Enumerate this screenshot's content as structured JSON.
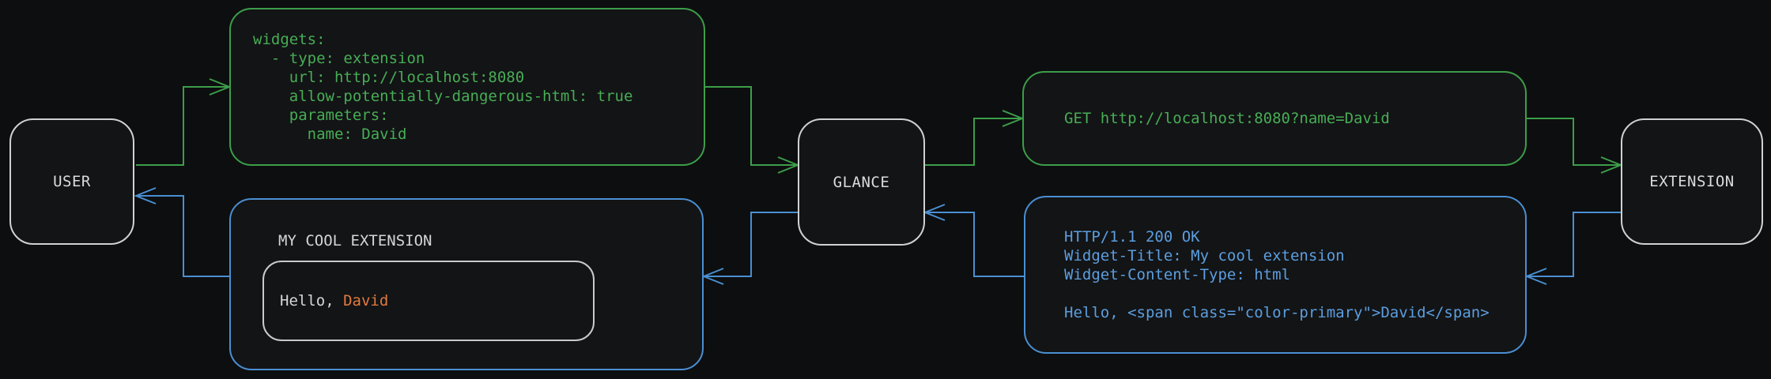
{
  "colors": {
    "background": "#0d0e0f",
    "node_fill": "#131416",
    "node_border": "#d0d1d2",
    "node_text": "#dadbdc",
    "title_text": "#d5d6d7",
    "frame_border": "#c9cacb",
    "green_line": "#3c9e4a",
    "green_text": "#47ad55",
    "blue_line": "#4a8fd2",
    "blue_text": "#5c9edf",
    "orange": "#e27a3d"
  },
  "nodes": {
    "user": {
      "label": "USER"
    },
    "glance": {
      "label": "GLANCE"
    },
    "extension": {
      "label": "EXTENSION"
    }
  },
  "boxes": {
    "yaml_config": {
      "code": "widgets:\n  - type: extension\n    url: http://localhost:8080\n    allow-potentially-dangerous-html: true\n    parameters:\n      name: David"
    },
    "get_request": {
      "code": "GET http://localhost:8080?name=David"
    },
    "http_response": {
      "code": "HTTP/1.1 200 OK\nWidget-Title: My cool extension\nWidget-Content-Type: html\n\nHello, <span class=\"color-primary\">David</span>"
    },
    "widget_preview": {
      "title": "MY COOL EXTENSION",
      "greeting_prefix": "Hello, ",
      "greeting_name": "David"
    }
  },
  "edges": [
    {
      "from": "user",
      "to": "yaml_config",
      "color": "green"
    },
    {
      "from": "yaml_config",
      "to": "glance",
      "color": "green"
    },
    {
      "from": "glance",
      "to": "get_request",
      "color": "green"
    },
    {
      "from": "get_request",
      "to": "extension",
      "color": "green"
    },
    {
      "from": "extension",
      "to": "http_response",
      "color": "blue"
    },
    {
      "from": "http_response",
      "to": "glance",
      "color": "blue"
    },
    {
      "from": "glance",
      "to": "widget_preview",
      "color": "blue"
    },
    {
      "from": "widget_preview",
      "to": "user",
      "color": "blue"
    }
  ]
}
